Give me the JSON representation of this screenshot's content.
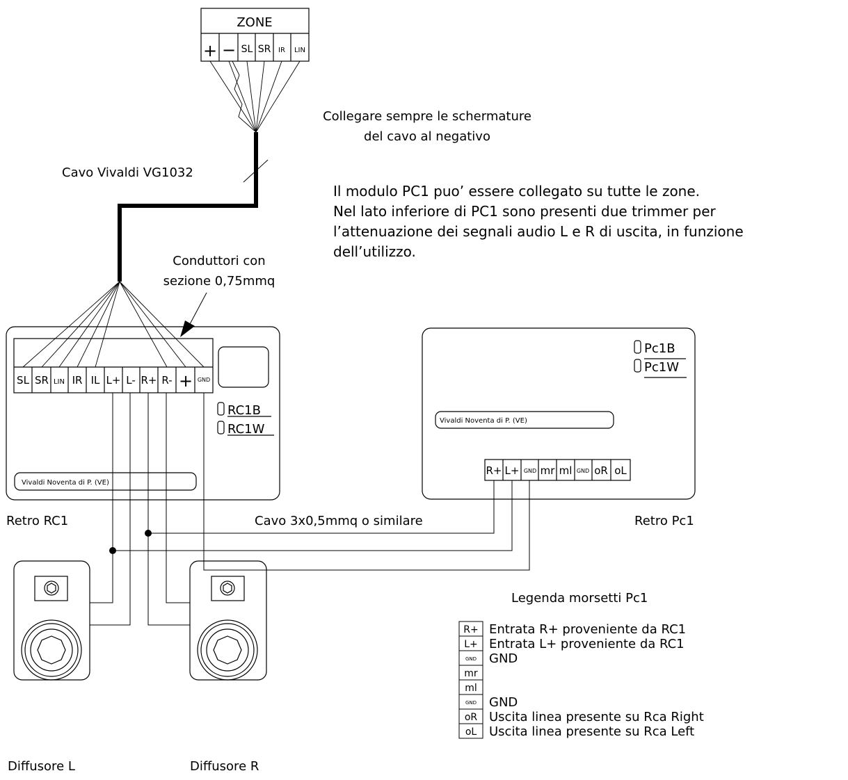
{
  "zone_block": {
    "title": "ZONE",
    "terminals": [
      "+",
      "−",
      "SL",
      "SR",
      "IR",
      "LIN"
    ]
  },
  "notes": {
    "shield_line1": "Collegare sempre le schermature",
    "shield_line2": "del cavo al negativo",
    "cable": "Cavo Vivaldi VG1032",
    "conductors_line1": "Conduttori con",
    "conductors_line2": "sezione 0,75mmq",
    "info": [
      "Il modulo PC1 puo’ essere collegato su tutte le zone.",
      "Nel lato inferiore di PC1 sono presenti due trimmer per",
      "l’attenuazione dei segnali audio L e R di uscita, in funzione",
      "dell’utilizzo."
    ],
    "cable2": "Cavo 3x0,5mmq o similare"
  },
  "rc1": {
    "caption": "Retro RC1",
    "terminals": [
      "SL",
      "SR",
      "LIN",
      "IR",
      "IL",
      "L+",
      "L-",
      "R+",
      "R-",
      "+",
      "GND"
    ],
    "model_b": "RC1B",
    "model_w": "RC1W",
    "label": "Vivaldi Noventa di P. (VE)"
  },
  "pc1": {
    "caption": "Retro Pc1",
    "terminals": [
      "R+",
      "L+",
      "GND",
      "mr",
      "ml",
      "GND",
      "oR",
      "oL"
    ],
    "model_b": "Pc1B",
    "model_w": "Pc1W",
    "label": "Vivaldi Noventa di P. (VE)"
  },
  "speakers": {
    "left": "Diffusore L",
    "right": "Diffusore R"
  },
  "legend": {
    "title": "Legenda morsetti Pc1",
    "rows": [
      {
        "key": "R+",
        "desc": "Entrata R+ proveniente da RC1"
      },
      {
        "key": "L+",
        "desc": "Entrata L+ proveniente da RC1"
      },
      {
        "key": "GND",
        "desc": "GND"
      },
      {
        "key": "mr",
        "desc": ""
      },
      {
        "key": "ml",
        "desc": ""
      },
      {
        "key": "GND",
        "desc": "GND"
      },
      {
        "key": "oR",
        "desc": "Uscita linea presente su Rca Right"
      },
      {
        "key": "oL",
        "desc": "Uscita linea presente su Rca Left"
      }
    ]
  }
}
